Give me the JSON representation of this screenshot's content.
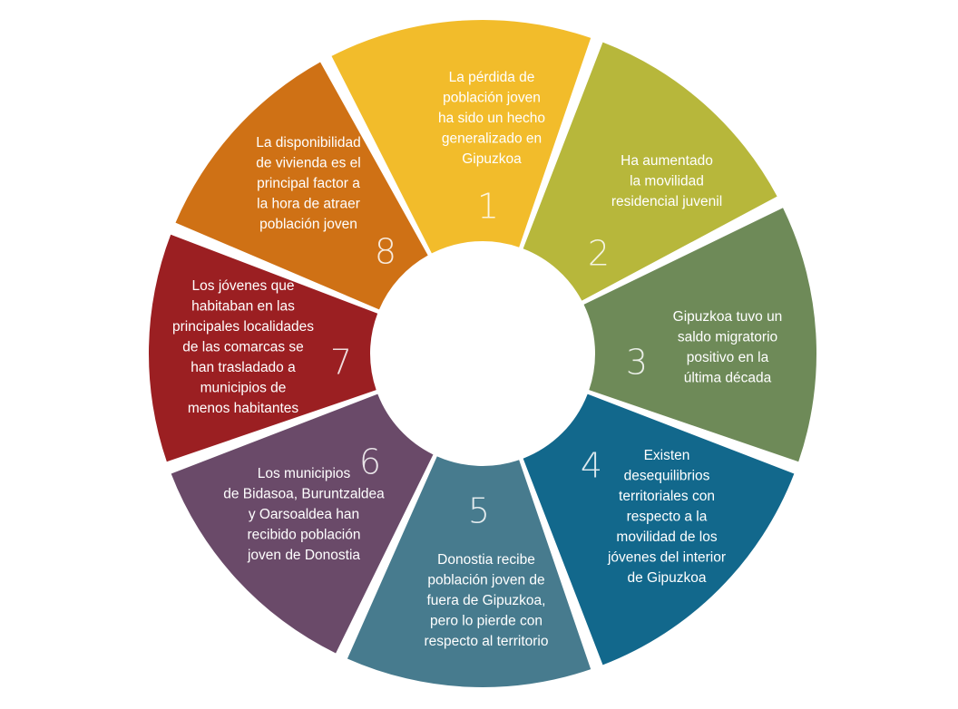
{
  "segments": [
    {
      "number": "1",
      "color": "#f2bc2b",
      "lines": [
        "La pérdida de",
        "población joven",
        "ha sido un hecho",
        "generalizado en",
        "Gipuzkoa"
      ]
    },
    {
      "number": "2",
      "color": "#b7b73b",
      "lines": [
        "Ha aumentado",
        "la movilidad",
        "residencial juvenil"
      ]
    },
    {
      "number": "3",
      "color": "#6e8a58",
      "lines": [
        "Gipuzkoa tuvo un",
        "saldo migratorio",
        "positivo en la",
        "última década"
      ]
    },
    {
      "number": "4",
      "color": "#12688c",
      "lines": [
        "Existen",
        "desequilibrios",
        "territoriales con",
        "respecto a la",
        "movilidad de los",
        "jóvenes del interior",
        "de Gipuzkoa"
      ]
    },
    {
      "number": "5",
      "color": "#477b8e",
      "lines": [
        "Donostia recibe",
        "población joven de",
        "fuera de Gipuzkoa,",
        "pero lo pierde con",
        "respecto al territorio"
      ]
    },
    {
      "number": "6",
      "color": "#6a4a69",
      "lines": [
        "Los municipios",
        "de Bidasoa, Buruntzaldea",
        "y Oarsoaldea han",
        "recibido población",
        "joven de Donostia"
      ]
    },
    {
      "number": "7",
      "color": "#9b1f22",
      "lines": [
        "Los jóvenes que",
        "habitaban en las",
        "principales localidades",
        "de las comarcas se",
        "han trasladado a",
        "municipios de",
        "menos habitantes"
      ]
    },
    {
      "number": "8",
      "color": "#cf7115",
      "lines": [
        "La disponibilidad",
        "de vivienda es el",
        "principal factor a",
        "la hora de atraer",
        "población joven"
      ]
    }
  ]
}
